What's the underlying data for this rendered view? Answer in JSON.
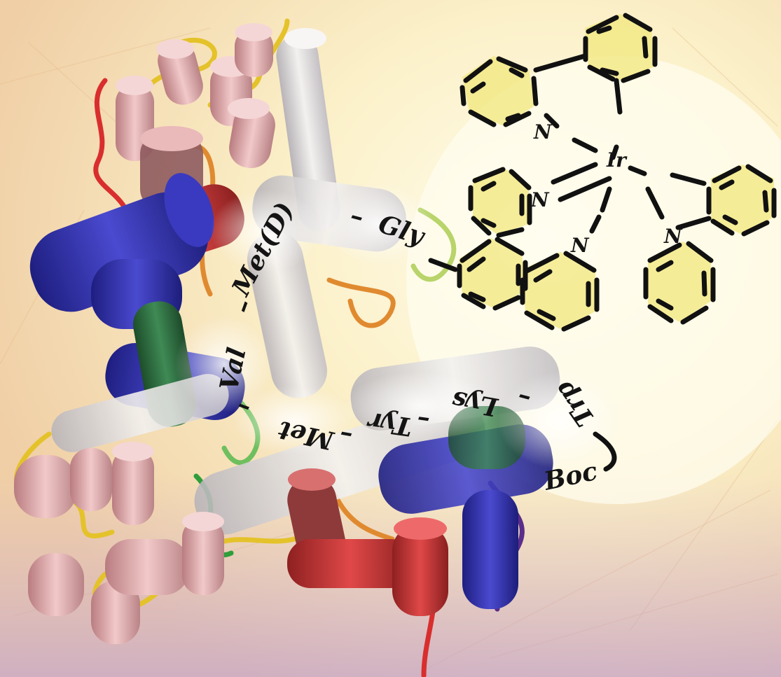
{
  "molecule": {
    "metal": "Ir",
    "nitrogen_label": "N"
  },
  "peptide": {
    "residues": [
      "Gly",
      "Met(D)",
      "Val",
      "Met",
      "Tyr",
      "Lys",
      "Trp",
      "Boc"
    ],
    "bond_dash": "–"
  },
  "colors": {
    "background": "#f6e8c0",
    "glow": "#fffbe6",
    "helix_pink": "#e9b7b8",
    "helix_red": "#d23a3a",
    "helix_blue": "#2b2ba8",
    "helix_white": "#e8e4e2",
    "loop_yellow": "#e0c21e",
    "loop_green": "#3aa04a",
    "loop_orange": "#e08a30",
    "ring_fill": "#f1e77c"
  }
}
